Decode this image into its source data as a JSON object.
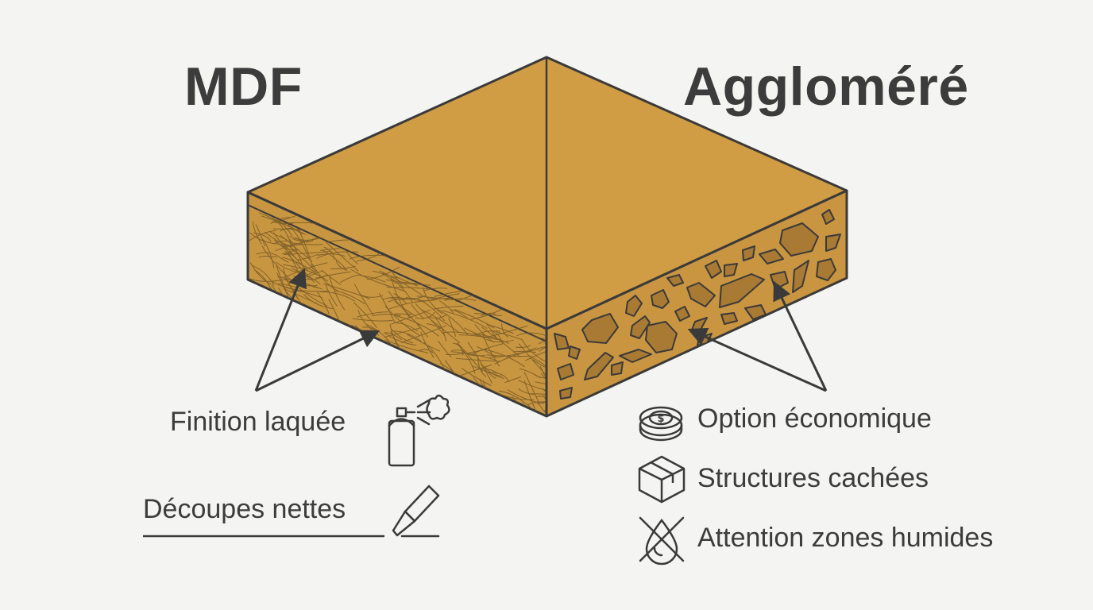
{
  "titles": {
    "left": "MDF",
    "right": "Aggloméré"
  },
  "mdf_features": {
    "lacquer_finish": "Finition laquée",
    "clean_cuts": "Découpes nettes"
  },
  "chipboard_features": {
    "economical": "Option économique",
    "hidden_structures": "Structures cachées",
    "humid_warning": "Attention zones humides"
  },
  "icons": {
    "lacquer_finish": "spray-can-icon",
    "clean_cuts": "craft-knife-icon",
    "economical": "coin-icon",
    "hidden_structures": "box-icon",
    "humid_warning": "no-water-drop-icon"
  },
  "colors": {
    "panel_top": "#d09c44",
    "panel_left_side": "#c89640",
    "panel_right_side": "#c99540",
    "chips": "#a97a33",
    "outline": "#3a3a3a",
    "background": "#f4f4f2"
  }
}
